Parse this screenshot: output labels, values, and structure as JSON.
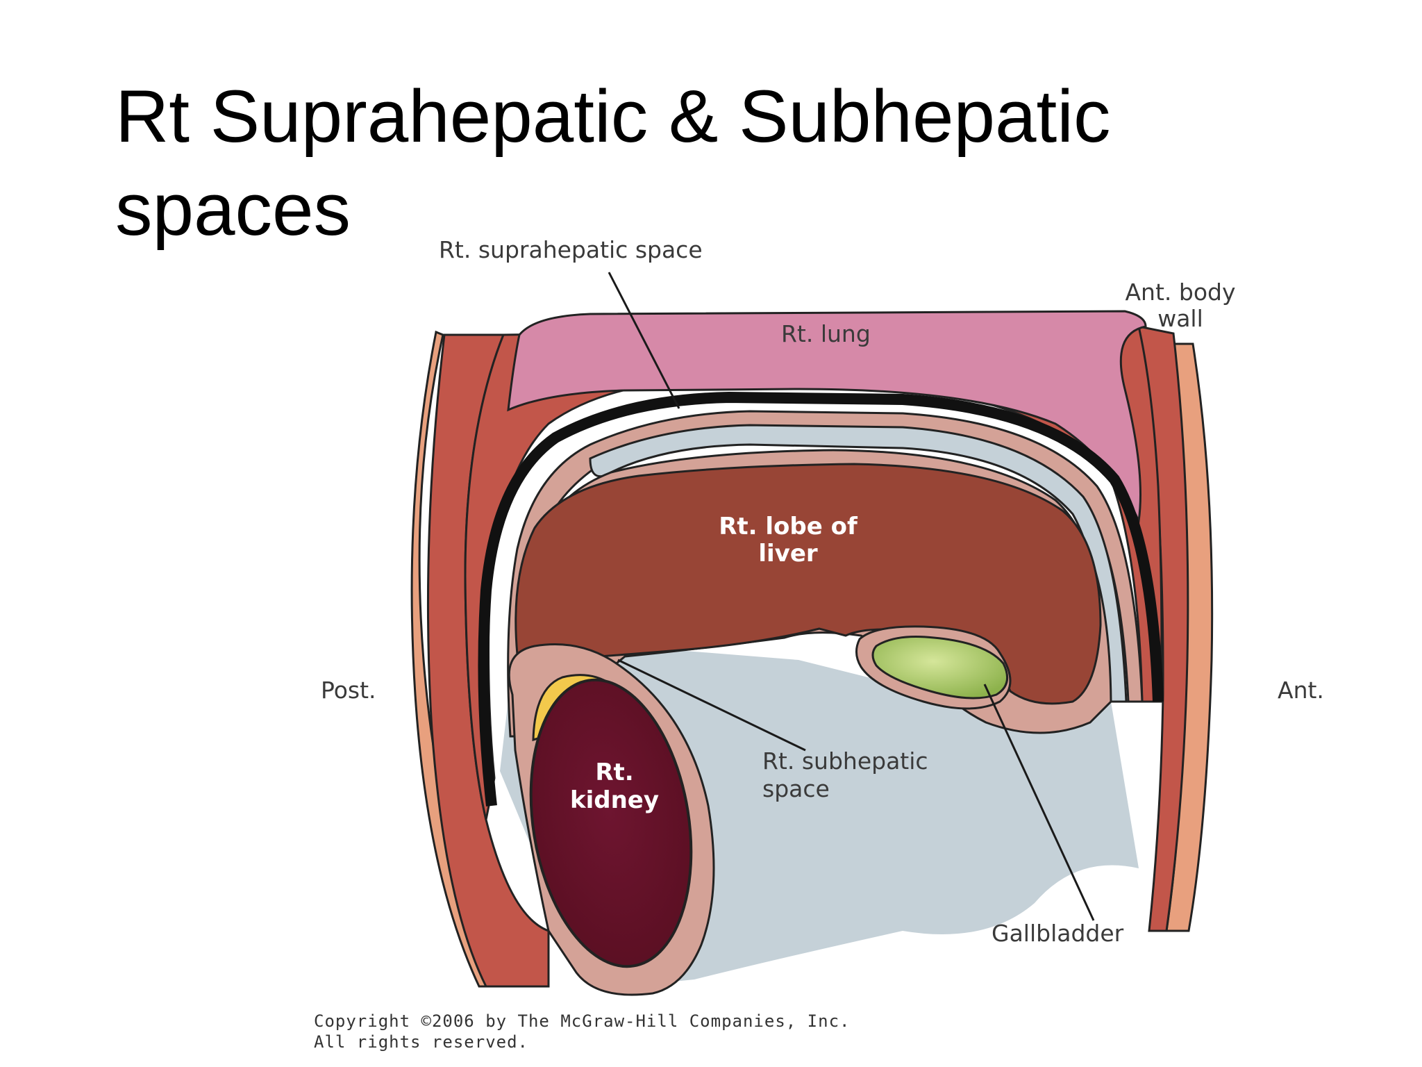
{
  "slide": {
    "title_line1": "Rt Suprahepatic & Subhepatic",
    "title_line2": "spaces"
  },
  "diagram": {
    "labels": {
      "suprahepatic_space": "Rt. suprahepatic space",
      "ant_body_wall_line1": "Ant. body",
      "ant_body_wall_line2": "wall",
      "lung": "Rt. lung",
      "liver_line1": "Rt. lobe of",
      "liver_line2": "liver",
      "post": "Post.",
      "ant": "Ant.",
      "kidney_line1": "Rt.",
      "kidney_line2": "kidney",
      "subhepatic_line1": "Rt. subhepatic",
      "subhepatic_line2": "space",
      "gallbladder": "Gallbladder"
    },
    "copyright_line1": "Copyright ©2006 by The McGraw-Hill Companies, Inc.",
    "copyright_line2": "All rights reserved."
  },
  "colors": {
    "body_wall": "#e8a07e",
    "muscle_red": "#c2564a",
    "diaphragm_black": "#111111",
    "lung_pink": "#d689a8",
    "space_blue": "#c5d1d8",
    "peritoneum": "#d4a297",
    "liver": "#984536",
    "kidney": "#6a1328",
    "adrenal_yellow": "#f2c94c",
    "gallbladder": "#9ec25a"
  }
}
